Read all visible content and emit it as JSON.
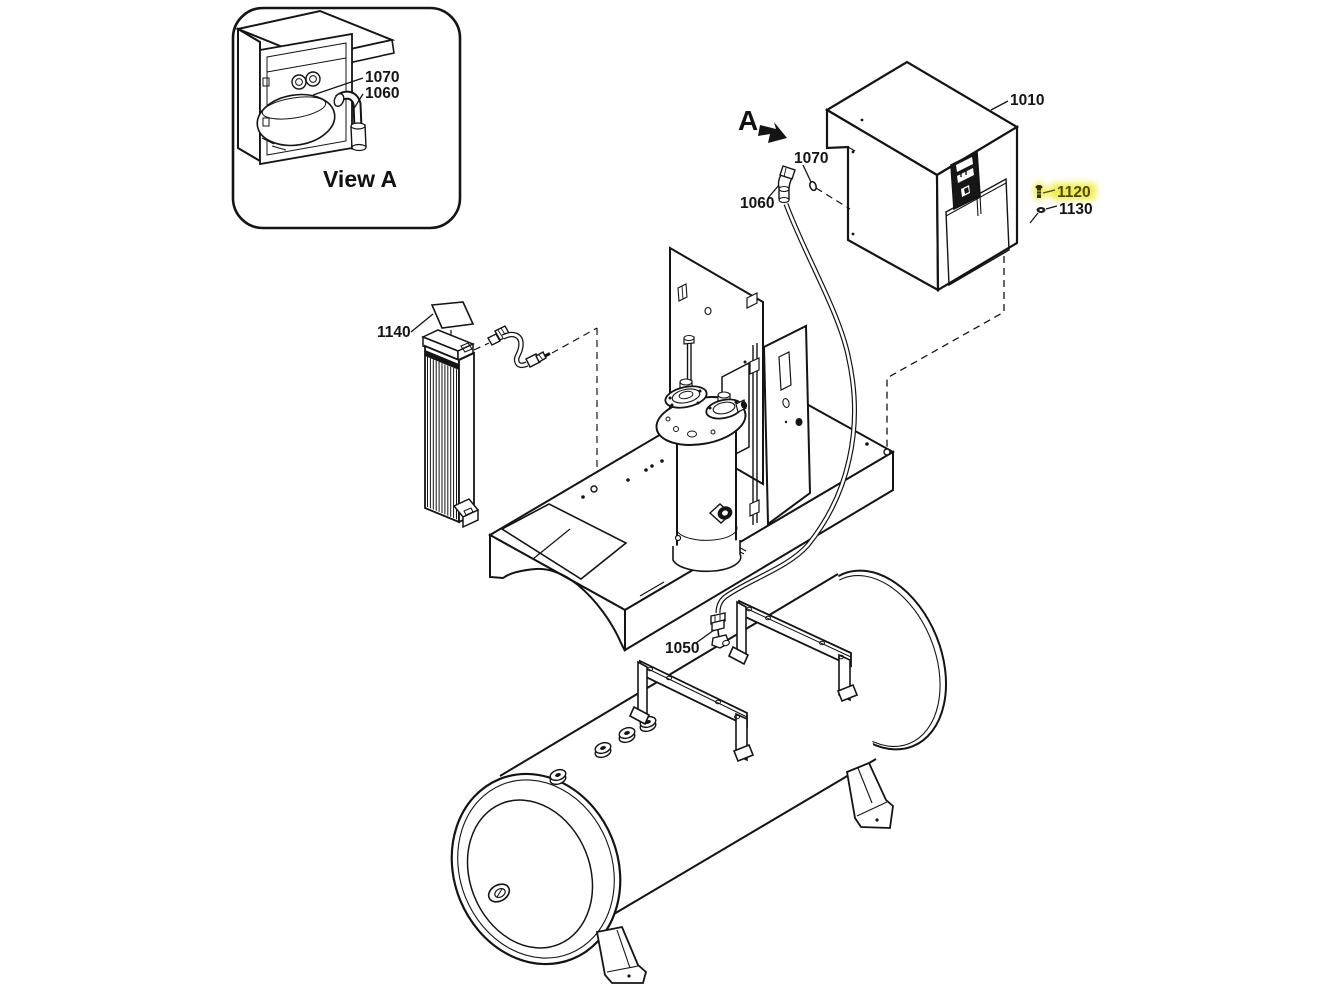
{
  "diagram": {
    "type": "exploded-parts-diagram",
    "colors": {
      "line": "#141414",
      "background": "#ffffff",
      "highlight": "#f0ee4e",
      "highlight_text": "#4a4a10"
    },
    "inset": {
      "caption": "View A",
      "labels": {
        "fitting": "1070",
        "elbow": "1060"
      }
    },
    "view_marker": "A",
    "callouts": {
      "dryer": "1010",
      "drain_valve": "1050",
      "elbow": "1060",
      "fitting": "1070",
      "screw": "1120",
      "nut": "1130",
      "cooler": "1140"
    }
  }
}
